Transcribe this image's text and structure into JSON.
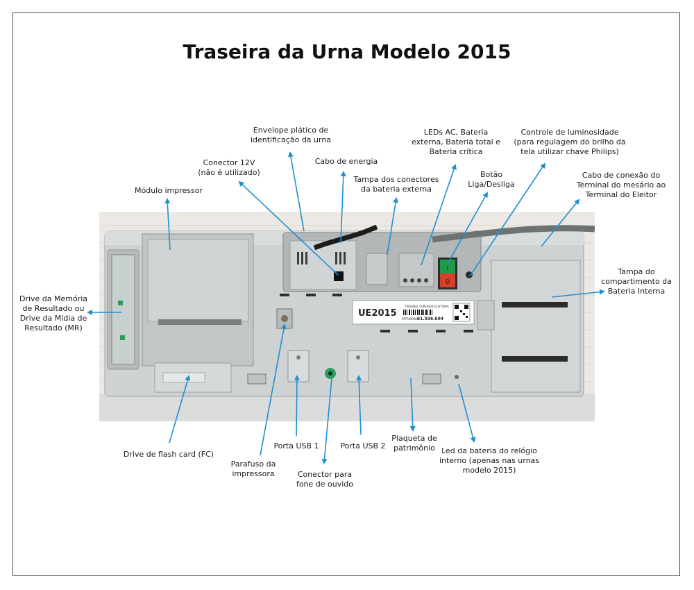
{
  "title": "Traseira da Urna Modelo 2015",
  "photo": {
    "panel_code": "UE2015",
    "patrimonio_header": "TRIBUNAL SUPERIOR ELEITORAL",
    "patrimonio_label": "PATRIMÔNIO",
    "patrimonio_number": "51.036.604",
    "power_on_symbol": "I",
    "power_off_symbol": "0"
  },
  "labels": {
    "envelope": "Envelope plático de\nidentificação da urna",
    "leds": "LEDs AC, Bateria\nexterna, Bateria total e\nBateria crítica",
    "luminosidade": "Controle de luminosidade\n(para regulagem do brilho da\ntela utilizar chave Philips)",
    "conector12v": "Conector 12V\n(não é utilizado)",
    "cabo_energia": "Cabo de energia",
    "tampa_conectores": "Tampa dos conectores\nda bateria externa",
    "botao": "Botão\nLiga/Desliga",
    "cabo_conexao": "Cabo de conexão do\nTerminal do mesário ao\nTerminal do Eleitor",
    "modulo_impressor": "Módulo impressor",
    "tampa_bateria": "Tampa do\ncompartimento da\nBateria Interna",
    "drive_memoria": "Drive da Memória\nde Resultado ou\nDrive da Mídia de\nResultado (MR)",
    "drive_flash": "Drive de flash card (FC)",
    "parafuso": "Parafuso da\nimpressora",
    "porta_usb1": "Porta USB 1",
    "porta_usb2": "Porta USB 2",
    "plaqueta": "Plaqueta de\npatrimônio",
    "led_bateria": "Led da bateria do relógio\ninterno (apenas nas urnas\nmodelo 2015)",
    "conector_fone": "Conector para\nfone de ouvido"
  },
  "colors": {
    "arrow": "#1f8fd0",
    "panel": "#c9cccc",
    "panel_dark": "#a9adad",
    "switch_green": "#1f9a4a",
    "switch_red": "#d6402d",
    "wall": "#e9e6e1"
  }
}
